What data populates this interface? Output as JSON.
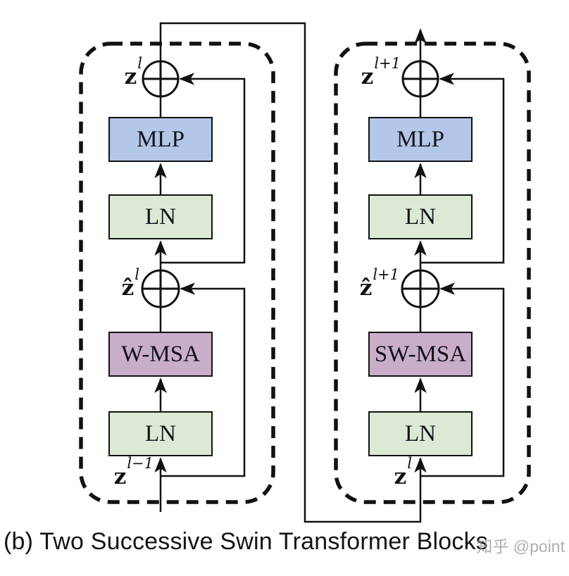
{
  "figure": {
    "caption": "(b) Two Successive Swin Transformer Blocks",
    "watermark": "知乎 @point"
  },
  "colors": {
    "mlp_fill": "#b3c7e8",
    "ln_fill": "#dbe9d5",
    "msa_fill": "#c9aeca",
    "line": "#111111",
    "background": "#ffffff"
  },
  "blocks": [
    {
      "name": "left-swin-block",
      "ln_bottom": "LN",
      "msa": "W-MSA",
      "ln_top": "LN",
      "mlp": "MLP",
      "input_label": {
        "base": "z",
        "sup": "l−1"
      },
      "hidden_label": {
        "base": "ẑ",
        "sup": "l"
      },
      "output_label": {
        "base": "z",
        "sup": "l"
      }
    },
    {
      "name": "right-swin-block",
      "ln_bottom": "LN",
      "msa": "SW-MSA",
      "ln_top": "LN",
      "mlp": "MLP",
      "input_label": {
        "base": "z",
        "sup": "l"
      },
      "hidden_label": {
        "base": "ẑ",
        "sup": "l+1"
      },
      "output_label": {
        "base": "z",
        "sup": "l+1"
      }
    }
  ]
}
